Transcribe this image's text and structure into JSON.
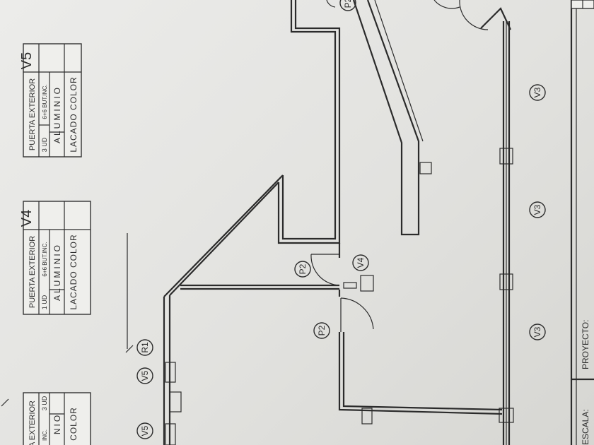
{
  "spec_tables": [
    {
      "code": "V5",
      "name": "PUERTA EXTERIOR",
      "detail": "6+6 BUT.INC.",
      "qty": "3 UD",
      "material": "ALUMINIO",
      "finish": "LACADO COLOR"
    },
    {
      "code": "V4",
      "name": "PUERTA EXTERIOR",
      "detail": "6+6 BUT.INC.",
      "qty": "1 UD",
      "material": "ALUMINIO",
      "finish": "LACADO COLOR"
    },
    {
      "name": "A EXTERIOR",
      "detail": "INC.",
      "qty": "3 UD",
      "material": "NIO",
      "finish": "COLOR"
    }
  ],
  "tags": [
    "P2",
    "P2",
    "V4",
    "V3",
    "V3",
    "V3",
    "V5",
    "R1",
    "V5",
    "P2"
  ],
  "title_block": {
    "project_label": "PROYECTO:",
    "scale_label": "ESCALA:"
  }
}
